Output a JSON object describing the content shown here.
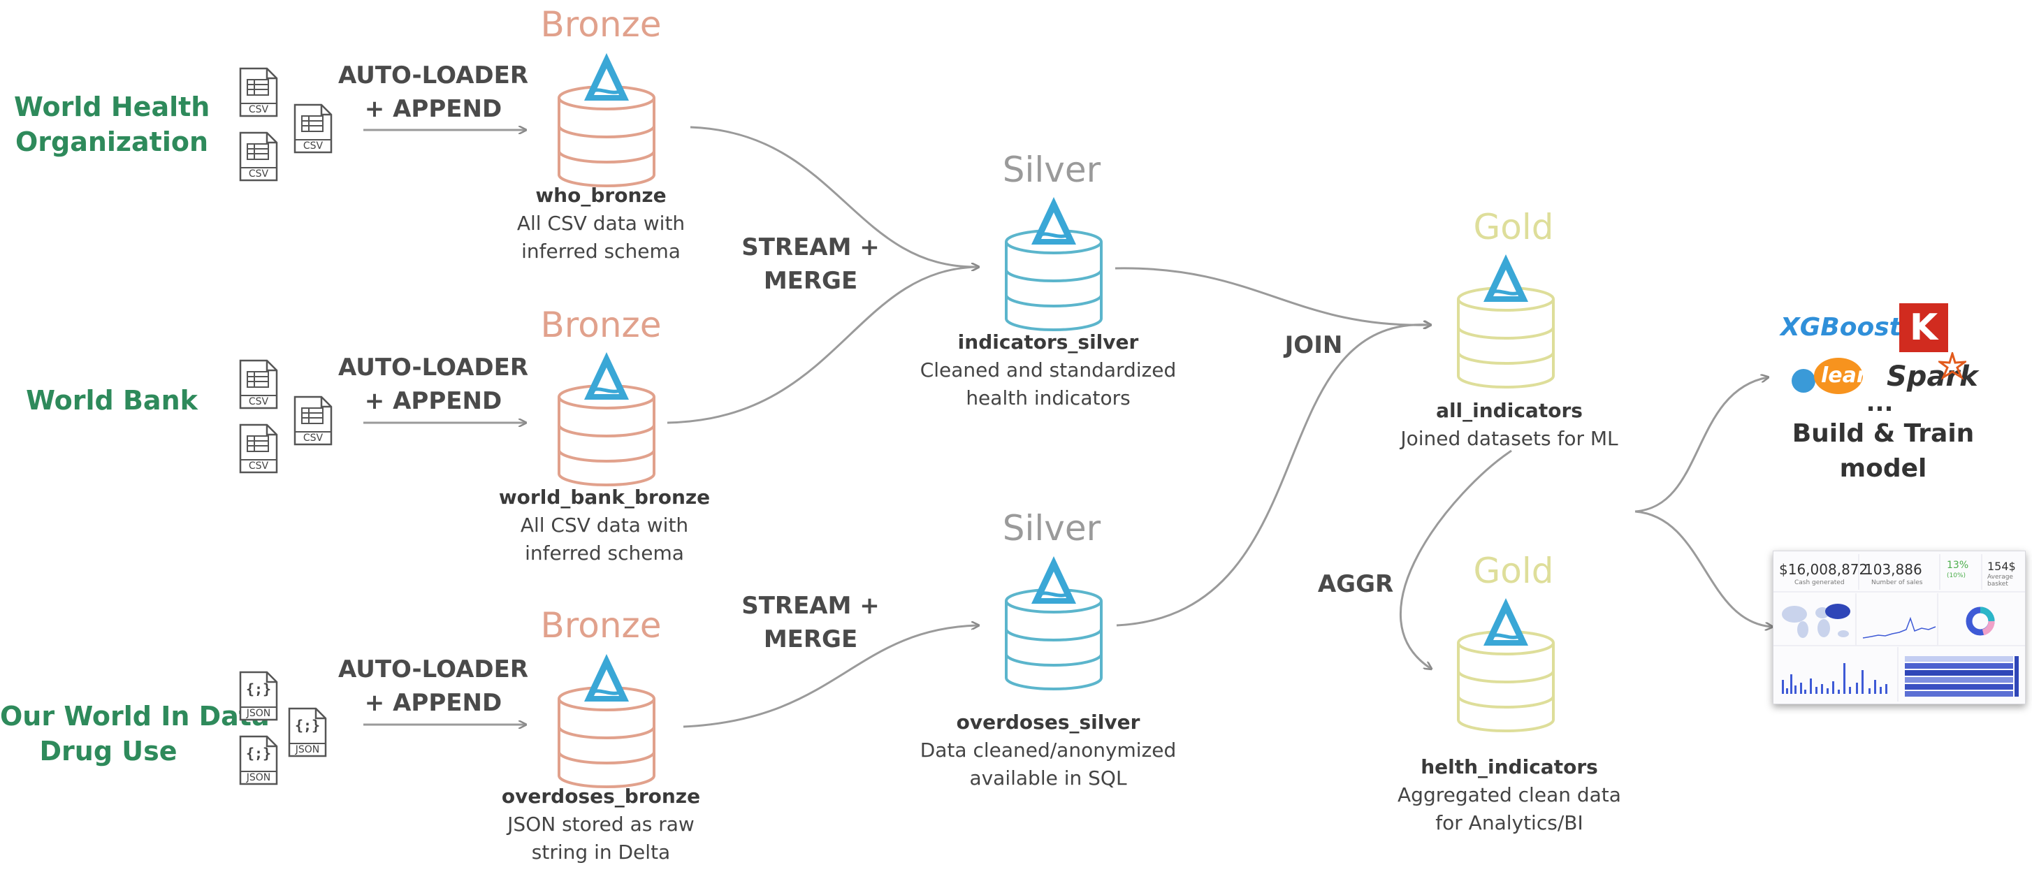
{
  "sources": [
    {
      "name": "World Health\nOrganization",
      "files": [
        "CSV",
        "CSV",
        "CSV"
      ]
    },
    {
      "name": "World Bank",
      "files": [
        "CSV",
        "CSV",
        "CSV"
      ]
    },
    {
      "name": "Our World In Data\nDrug Use",
      "files": [
        "JSON",
        "JSON",
        "JSON"
      ]
    }
  ],
  "file_glyph_json": "{;}",
  "ingest_ops": [
    "AUTO-LOADER\n+ APPEND",
    "AUTO-LOADER\n+ APPEND",
    "AUTO-LOADER\n+ APPEND"
  ],
  "bronze": [
    {
      "tier": "Bronze",
      "name": "who_bronze",
      "desc": "All CSV data with\ninferred schema"
    },
    {
      "tier": "Bronze",
      "name": "world_bank_bronze",
      "desc": "All CSV data with\ninferred schema"
    },
    {
      "tier": "Bronze",
      "name": "overdoses_bronze",
      "desc": "JSON stored as raw\nstring in Delta"
    }
  ],
  "stream_ops": [
    "STREAM +\nMERGE",
    "STREAM +\nMERGE"
  ],
  "silver": [
    {
      "tier": "Silver",
      "name": "indicators_silver",
      "desc": "Cleaned and standardized\nhealth indicators"
    },
    {
      "tier": "Silver",
      "name": "overdoses_silver",
      "desc": "Data cleaned/anonymized\navailable in SQL"
    }
  ],
  "join_op": "JOIN",
  "aggr_op": "AGGR",
  "gold": [
    {
      "tier": "Gold",
      "name": "all_indicators",
      "desc": "Joined datasets for ML"
    },
    {
      "tier": "Gold",
      "name": "helth_indicators",
      "desc": "Aggregated clean data\nfor Analytics/BI"
    }
  ],
  "ml": {
    "libraries": [
      "XGBoost",
      "K",
      "learn",
      "Spark"
    ],
    "ellipsis": "...",
    "label": "Build & Train\nmodel"
  },
  "dashboard": {
    "kpis": [
      {
        "value": "$16,008,872",
        "label": "Cash generated"
      },
      {
        "value": "103,886",
        "label": "Number of sales"
      },
      {
        "value": "13%",
        "label": "(10%)"
      },
      {
        "value": "154$",
        "label": "Average basket"
      }
    ]
  },
  "colors": {
    "source_green": "#2e8a5b",
    "bronze": "#e1a18c",
    "silver": "#5bb5cc",
    "gold": "#dede9a",
    "delta_blue": "#3aa7d6",
    "arrow": "#8a8a8a"
  }
}
